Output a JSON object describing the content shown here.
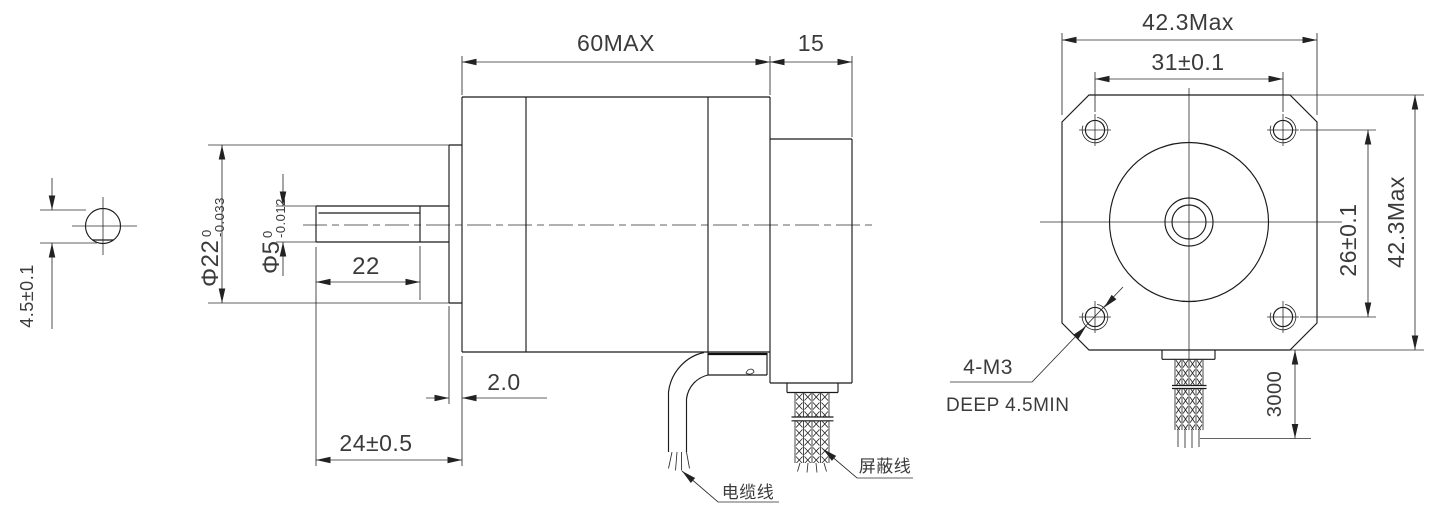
{
  "drawing": {
    "section_view": {
      "flat_dim": "4.5±0.1"
    },
    "side_view": {
      "length_dim": "60MAX",
      "rear_cap_dim": "15",
      "boss_dia": {
        "main": "Φ22",
        "upper_tol": "0",
        "lower_tol": "-0.033"
      },
      "shaft_dia": {
        "main": "Φ5",
        "upper_tol": "0",
        "lower_tol": "-0.012"
      },
      "flat_length_dim": "22",
      "boss_thickness_dim": "2.0",
      "shaft_ext_dim": "24±0.5",
      "cable_leader_label": "电缆线",
      "shield_leader_label": "屏蔽线"
    },
    "front_view": {
      "width_dim": "42.3Max",
      "hole_pitch_h_dim": "31±0.1",
      "hole_pitch_v_dim": "26±0.1",
      "height_dim": "42.3Max",
      "mount_hole_spec": "4-M3",
      "mount_hole_depth": "DEEP 4.5MIN",
      "cable_length_dim": "3000"
    }
  }
}
